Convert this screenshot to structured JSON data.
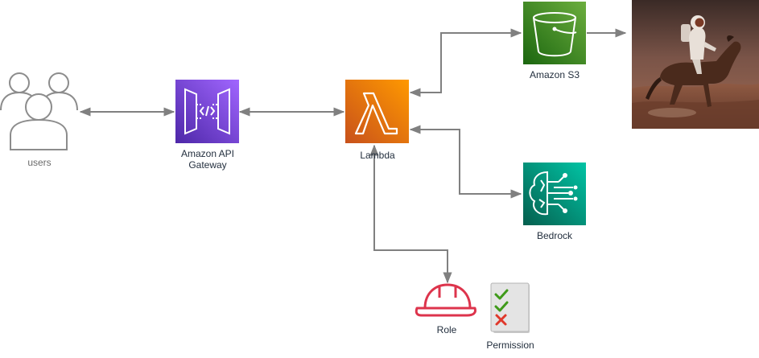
{
  "nodes": {
    "users": {
      "label": "users",
      "icon": "users-group-icon"
    },
    "api_gateway": {
      "label": "Amazon API Gateway",
      "icon": "api-gateway-icon",
      "color": "#7b3fe4"
    },
    "lambda": {
      "label": "Lambda",
      "icon": "lambda-icon",
      "color": "#ed7100"
    },
    "s3": {
      "label": "Amazon S3",
      "icon": "s3-bucket-icon",
      "color": "#3f8624"
    },
    "bedrock": {
      "label": "Bedrock",
      "icon": "bedrock-brain-icon",
      "color": "#01a88d"
    },
    "role": {
      "label": "Role",
      "icon": "hard-hat-icon",
      "color": "#dd344c"
    },
    "permission": {
      "label": "Permission",
      "icon": "checklist-icon"
    },
    "output_image": {
      "icon": "astronaut-on-horse-image"
    }
  },
  "edges": [
    {
      "from": "users",
      "to": "api_gateway",
      "direction": "both"
    },
    {
      "from": "api_gateway",
      "to": "lambda",
      "direction": "both"
    },
    {
      "from": "lambda",
      "to": "s3",
      "direction": "both"
    },
    {
      "from": "lambda",
      "to": "bedrock",
      "direction": "both"
    },
    {
      "from": "lambda",
      "to": "role",
      "direction": "both"
    },
    {
      "from": "s3",
      "to": "output_image",
      "direction": "forward"
    }
  ],
  "colors": {
    "connector": "#808080"
  }
}
